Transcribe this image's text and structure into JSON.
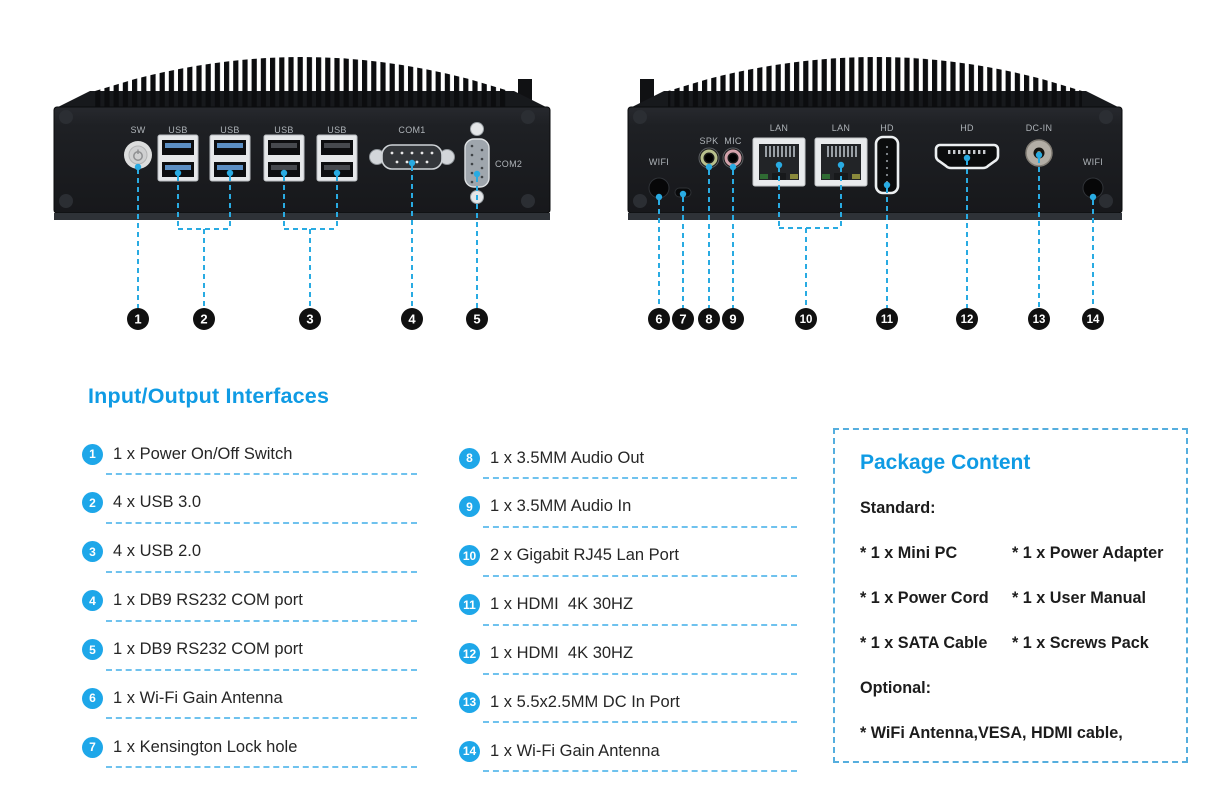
{
  "front_panel": {
    "labels": {
      "sw": "SW",
      "usb": "USB",
      "com1": "COM1",
      "com2": "COM2"
    },
    "callouts": [
      "1",
      "2",
      "3",
      "4",
      "5"
    ]
  },
  "rear_panel": {
    "labels": {
      "wifi": "WIFI",
      "spk": "SPK",
      "mic": "MIC",
      "lan": "LAN",
      "hd": "HD",
      "dc_in": "DC-IN"
    },
    "callouts": [
      "6",
      "7",
      "8",
      "9",
      "10",
      "11",
      "12",
      "13",
      "14"
    ]
  },
  "io_section": {
    "title": "Input/Output Interfaces",
    "left_items": [
      {
        "num": "1",
        "label": "1 x Power On/Off Switch"
      },
      {
        "num": "2",
        "label": "4 x USB 3.0"
      },
      {
        "num": "3",
        "label": "4 x USB 2.0"
      },
      {
        "num": "4",
        "label": "1 x DB9 RS232 COM port"
      },
      {
        "num": "5",
        "label": "1 x DB9 RS232 COM port"
      },
      {
        "num": "6",
        "label": "1 x Wi-Fi Gain Antenna"
      },
      {
        "num": "7",
        "label": "1 x Kensington Lock hole"
      }
    ],
    "right_items": [
      {
        "num": "8",
        "label": "1 x 3.5MM Audio Out"
      },
      {
        "num": "9",
        "label": "1 x 3.5MM Audio In"
      },
      {
        "num": "10",
        "label": "2 x Gigabit RJ45 Lan Port"
      },
      {
        "num": "11",
        "label": "1 x HDMI  4K 30HZ"
      },
      {
        "num": "12",
        "label": "1 x HDMI  4K 30HZ"
      },
      {
        "num": "13",
        "label": "1 x 5.5x2.5MM DC In Port"
      },
      {
        "num": "14",
        "label": "1 x Wi-Fi Gain Antenna"
      }
    ]
  },
  "package_box": {
    "title": "Package Content",
    "standard_label": "Standard:",
    "rows": [
      {
        "c1": "* 1 x Mini PC",
        "c2": "* 1 x Power Adapter"
      },
      {
        "c1": "* 1 x Power Cord",
        "c2": "* 1 x User Manual"
      },
      {
        "c1": "* 1 x SATA Cable",
        "c2": "* 1 x Screws Pack"
      }
    ],
    "optional_label": "Optional:",
    "optional_line": "* WiFi Antenna,VESA, HDMI cable,"
  },
  "colors": {
    "accent_blue": "#0f9be4",
    "badge_blue": "#1ea7e9",
    "callout_cyan": "#29abe2",
    "dash_blue": "#6fc2ee"
  }
}
